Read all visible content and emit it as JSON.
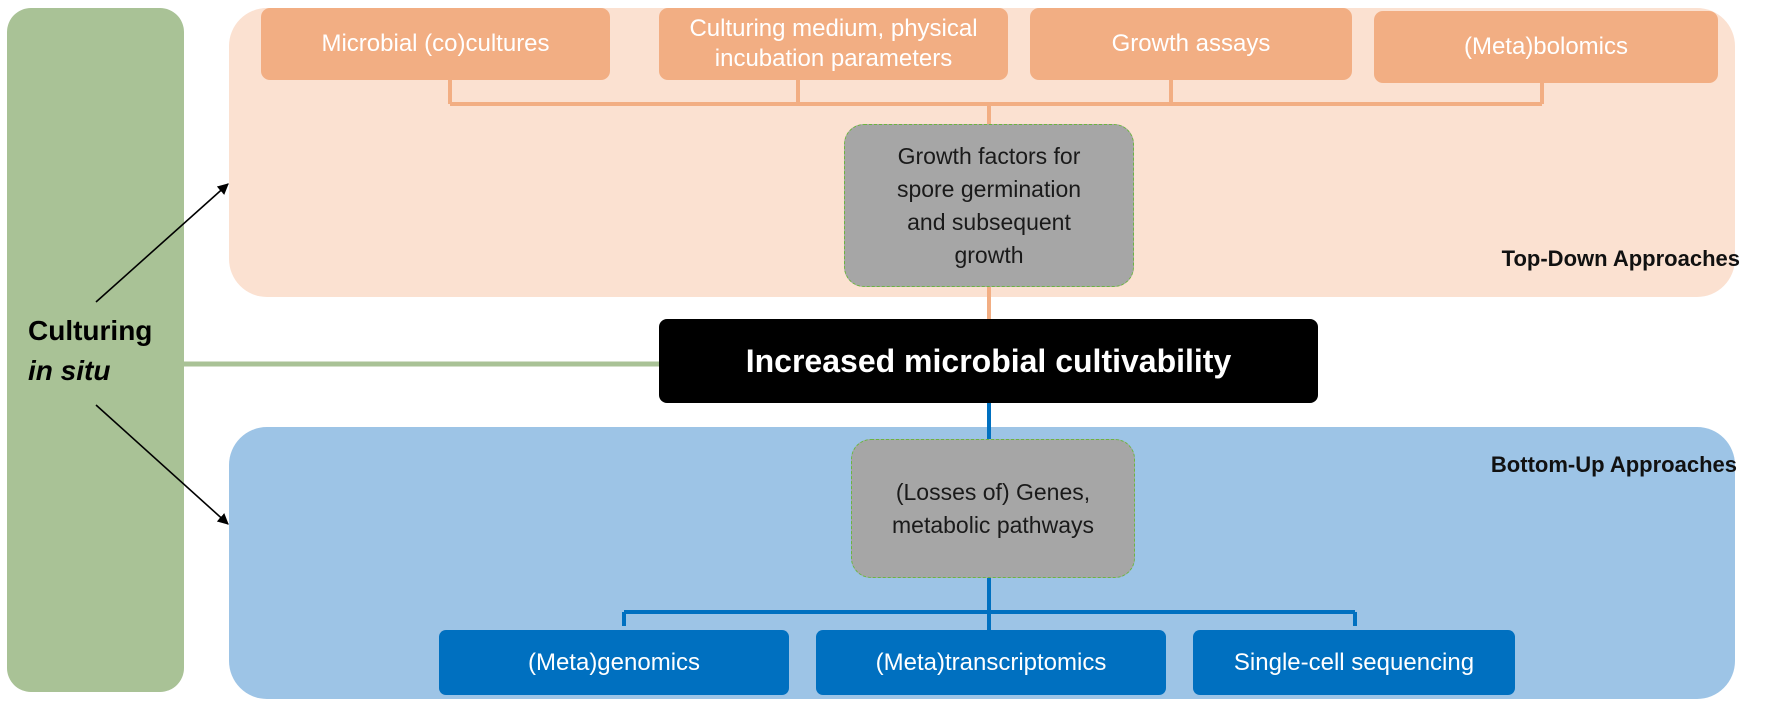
{
  "insitu": {
    "line1": "Culturing",
    "line2": "in situ"
  },
  "top": {
    "label": "Top-Down Approaches",
    "items": [
      "Microbial (co)cultures",
      "Culturing medium, physical incubation parameters",
      "Growth assays",
      "(Meta)bolomics"
    ],
    "hub": "Growth factors for spore germination and subsequent growth"
  },
  "central": "Increased microbial cultivability",
  "bottom": {
    "label": "Bottom-Up Approaches",
    "hub": "(Losses of) Genes, metabolic pathways",
    "items": [
      "(Meta)genomics",
      "(Meta)transcriptomics",
      "Single-cell sequencing"
    ]
  },
  "colors": {
    "top_panel": "#fbe1d1",
    "top_box": "#f2ae83",
    "bottom_panel": "#9dc4e6",
    "bottom_box": "#0070c0",
    "hub": "#a6a6a6",
    "insitu": "#a9c296",
    "central": "#000000"
  }
}
